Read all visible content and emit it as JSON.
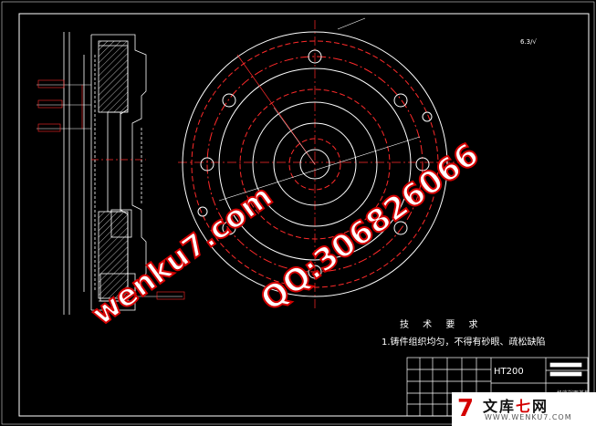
{
  "drawing": {
    "technical_requirements_heading": "技 术 要 求",
    "technical_requirements_item": "1.铸件组织均匀，不得有砂眼、疏松缺陷",
    "material": "HT200",
    "part_name": "机座端面盖板",
    "roughness_note": "6.3/√"
  },
  "watermark": {
    "site": "wenku7.com",
    "qq": "QQ:306826066"
  },
  "logo": {
    "mark": "7",
    "name_main": "文库",
    "name_accent": "七",
    "name_tail": "网",
    "url": "WWW.WENKU7.COM"
  },
  "colors": {
    "background": "#000000",
    "frame": "#ffffff",
    "hidden_line": "#ff2a2a",
    "center_line": "#ff2a2a",
    "watermark_stroke": "#d40000"
  }
}
